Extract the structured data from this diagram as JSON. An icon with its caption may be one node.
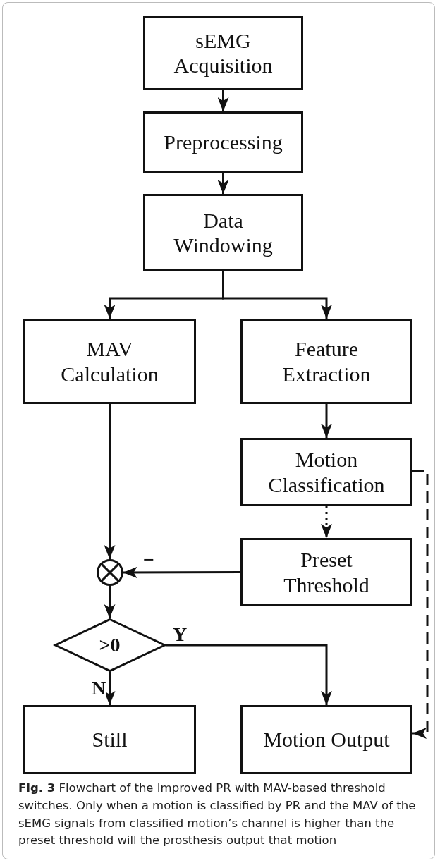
{
  "diagram": {
    "caption": "**Fig. 3** Flowchart of the Improved PR with MAV-based threshold switches. Only when a motion is classified by PR and the MAV of the sEMG signals from classified motion’s channel is higher than the preset threshold will the prosthesis output that motion",
    "nodes": [
      {
        "text": [
          "sEMG Acquisition"
        ]
      },
      {
        "text": [
          "Preprocessing"
        ]
      },
      {
        "text": [
          "Data Windowing"
        ]
      },
      {
        "text": [
          "MAV Calculation"
        ]
      },
      {
        "text": [
          "Feature Extraction"
        ]
      },
      {
        "text": [
          "Motion Classification"
        ]
      },
      {
        "text": [
          "Preset Threshold"
        ]
      },
      {
        "text": [],
        "shape": "circle"
      },
      {
        "text": [
          ">0"
        ]
      },
      {
        "text": [
          "Still"
        ]
      },
      {
        "text": [
          "Motion Output"
        ]
      }
    ],
    "edges": [
      {
        "from": 0,
        "to": 1,
        "arrow": "to"
      },
      {
        "from": 1,
        "to": 2,
        "arrow": "to"
      },
      {
        "from": 2,
        "to": 3,
        "arrow": "to"
      },
      {
        "from": 2,
        "to": 4,
        "arrow": "to"
      },
      {
        "from": 4,
        "to": 5,
        "arrow": "to"
      },
      {
        "from": 5,
        "to": 6,
        "arrow": "to",
        "style": "dashed"
      },
      {
        "from": 3,
        "to": 7,
        "arrow": "to"
      },
      {
        "from": 6,
        "to": 7,
        "arrow": "to",
        "label": "−"
      },
      {
        "from": 7,
        "to": 8,
        "arrow": "to"
      },
      {
        "from": 8,
        "to": 10,
        "arrow": "to",
        "label": "Y"
      },
      {
        "from": 8,
        "to": 9,
        "arrow": "to",
        "label": "N"
      },
      {
        "from": 5,
        "to": 10,
        "arrow": "to",
        "style": "dashed"
      }
    ]
  }
}
